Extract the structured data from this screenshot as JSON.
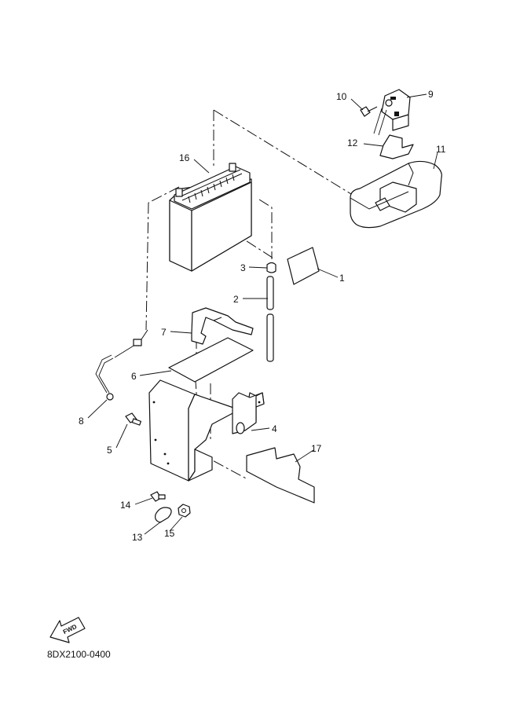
{
  "diagram": {
    "code": "8DX2100-0400",
    "fwd_label": "FWD",
    "callouts": [
      {
        "id": "1",
        "text": "1"
      },
      {
        "id": "2",
        "text": "2"
      },
      {
        "id": "3",
        "text": "3"
      },
      {
        "id": "4",
        "text": "4"
      },
      {
        "id": "5",
        "text": "5"
      },
      {
        "id": "6",
        "text": "6"
      },
      {
        "id": "7",
        "text": "7"
      },
      {
        "id": "8",
        "text": "8"
      },
      {
        "id": "9",
        "text": "9"
      },
      {
        "id": "10",
        "text": "10"
      },
      {
        "id": "11",
        "text": "11"
      },
      {
        "id": "12",
        "text": "12"
      },
      {
        "id": "13",
        "text": "13"
      },
      {
        "id": "14",
        "text": "14"
      },
      {
        "id": "15",
        "text": "15"
      },
      {
        "id": "16",
        "text": "16"
      },
      {
        "id": "17",
        "text": "17"
      }
    ]
  }
}
